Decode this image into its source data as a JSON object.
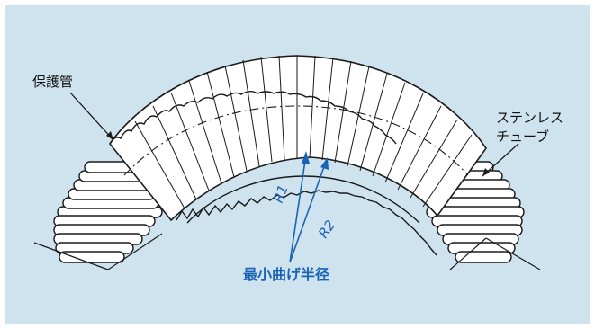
{
  "colors": {
    "background": "#cfe3ef",
    "line": "#1a1a1a",
    "accent": "#1a63b5",
    "hose_fill": "#ffffff"
  },
  "labels": {
    "protective_tube": "保護管",
    "stainless_tube_line1": "ステンレス",
    "stainless_tube_line2": "チューブ",
    "min_bend_radius": "最小曲げ半径",
    "r1": "R1",
    "r2": "R2"
  }
}
